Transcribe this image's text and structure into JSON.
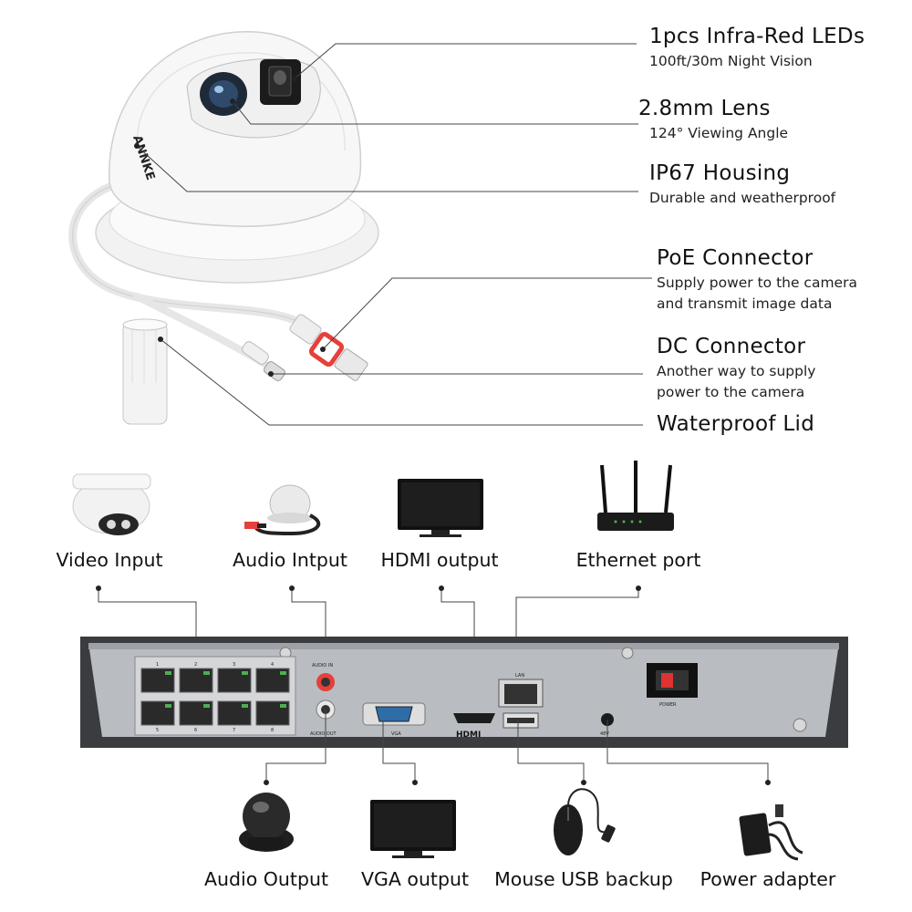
{
  "camera_features": [
    {
      "title": "1pcs Infra-Red LEDs",
      "sub": [
        "100ft/30m Night Vision"
      ]
    },
    {
      "title": "2.8mm Lens",
      "sub": [
        "124° Viewing Angle"
      ]
    },
    {
      "title": "IP67 Housing",
      "sub": [
        "Durable and weatherproof"
      ]
    },
    {
      "title": "PoE Connector",
      "sub": [
        "Supply power to the camera",
        "and transmit image data"
      ]
    },
    {
      "title": "DC Connector",
      "sub": [
        "Another way to supply",
        "power to the camera"
      ]
    },
    {
      "title": "Waterproof Lid",
      "sub": []
    }
  ],
  "camera_brand": "ANNKE",
  "top_devices": [
    {
      "label": "Video Input",
      "icon": "dome-camera-icon"
    },
    {
      "label": "Audio Intput",
      "icon": "microphone-icon"
    },
    {
      "label": "HDMI output",
      "icon": "monitor-icon"
    },
    {
      "label": "Ethernet port",
      "icon": "router-icon"
    }
  ],
  "bottom_devices": [
    {
      "label": "Audio Output",
      "icon": "speaker-icon"
    },
    {
      "label": "VGA output",
      "icon": "monitor-icon"
    },
    {
      "label": "Mouse USB backup",
      "icon": "mouse-icon"
    },
    {
      "label": "Power adapter",
      "icon": "power-adapter-icon"
    }
  ],
  "nvr_panel": {
    "poe_port_numbers": [
      "1",
      "2",
      "3",
      "4",
      "5",
      "6",
      "7",
      "8"
    ],
    "audio_in": "AUDIO IN",
    "audio_out": "AUDIO OUT",
    "vga": "VGA",
    "hdmi": "HDMI",
    "lan": "LAN",
    "dc": "48V",
    "power": "POWER"
  },
  "colors": {
    "line": "#444444",
    "panel": "#b9bdc2",
    "bezel": "#3a3c40",
    "port_green": "#4caf50",
    "seal_red": "#e5403a"
  }
}
